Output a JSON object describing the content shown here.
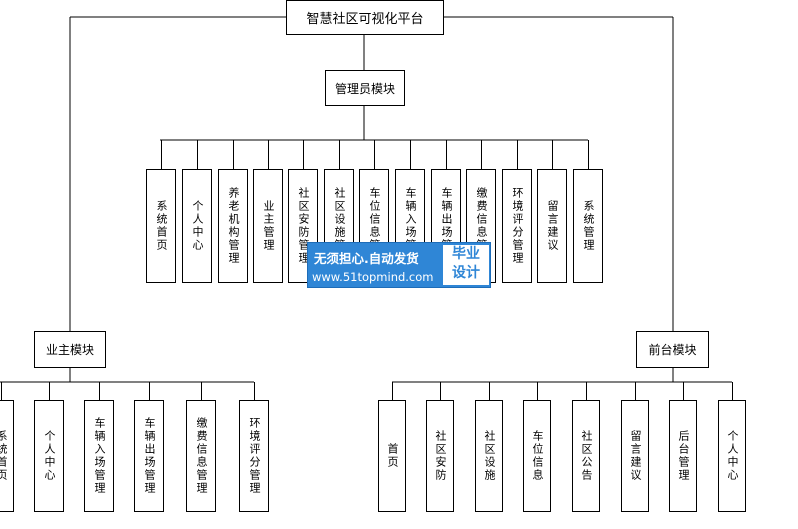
{
  "root": {
    "label": "智慧社区可视化平台"
  },
  "admin": {
    "label": "管理员模块",
    "children": [
      "系统首页",
      "个人中心",
      "养老机构管理",
      "业主管理",
      "社区安防管理",
      "社区设施管理",
      "车位信息管理",
      "车辆入场管理",
      "车辆出场管理",
      "缴费信息管理",
      "环境评分管理",
      "留言建议",
      "系统管理"
    ]
  },
  "owner": {
    "label": "业主模块",
    "children": [
      "系统首页",
      "个人中心",
      "车辆入场管理",
      "车辆出场管理",
      "缴费信息管理",
      "环境评分管理"
    ]
  },
  "front": {
    "label": "前台模块",
    "children": [
      "首页",
      "社区安防",
      "社区设施",
      "车位信息",
      "社区公告",
      "留言建议",
      "后台管理",
      "个人中心"
    ]
  },
  "watermark": {
    "line1": "无须担心.自动发货",
    "line2": "www.51topmind.com",
    "badge_top": "毕业",
    "badge_bottom": "设计",
    "color": "#2f86d6"
  }
}
